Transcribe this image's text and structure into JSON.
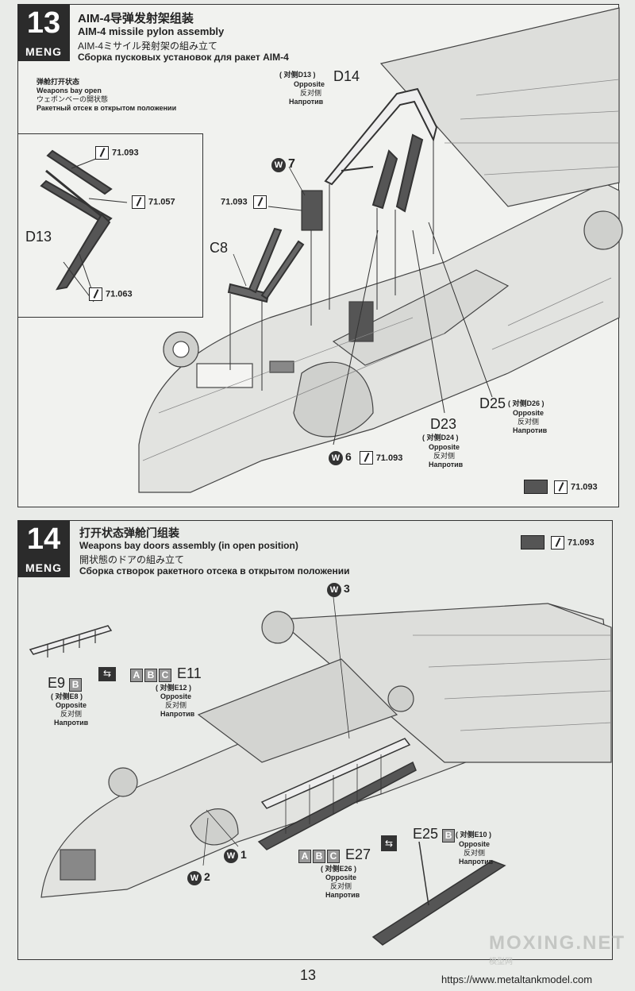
{
  "step13": {
    "number": "13",
    "brand": "MENG",
    "title_cn": "AIM-4导弹发射架组装",
    "title_en": "AIM-4 missile pylon assembly",
    "title_jp": "AIM-4ミサイル発射架の組み立て",
    "title_ru": "Сборка пусковых установок для ракет AIM-4",
    "inset": {
      "title_cn": "弹舱打开状态",
      "title_en": "Weapons bay open",
      "title_jp": "ウェポンベーの開状態",
      "title_ru": "Ракетный отсек в открытом положении",
      "part": "D13",
      "paints": [
        "71.093",
        "71.057",
        "71.063"
      ]
    },
    "parts": {
      "d14": "D14",
      "d14_sub": [
        "( 对侧D13 )",
        "Opposite",
        "反对侧",
        "Напротив"
      ],
      "w7": "7",
      "c8": "C8",
      "paint_c8": "71.093",
      "d25": "D25",
      "d25_sub": [
        "( 对侧D26 )",
        "Opposite",
        "反对侧",
        "Напротив"
      ],
      "d23": "D23",
      "d23_sub": [
        "( 对侧D24 )",
        "Opposite",
        "反对侧",
        "Напротив"
      ],
      "w6": "6",
      "paint_w6": "71.093",
      "paint_legend": "71.093"
    }
  },
  "step14": {
    "number": "14",
    "brand": "MENG",
    "title_cn": "打开状态弹舱门组装",
    "title_en": "Weapons bay doors assembly (in open position)",
    "title_jp": "開状態のドアの組み立て",
    "title_ru": "Сборка створок ракетного отсека в открытом положении",
    "paint_legend": "71.093",
    "parts": {
      "w3": "3",
      "e9": "E9",
      "e9_badge": "B",
      "e9_sub": [
        "( 对侧E8 )",
        "Opposite",
        "反对侧",
        "Напротив"
      ],
      "e11": "E11",
      "e11_badges": [
        "A",
        "B",
        "C"
      ],
      "e11_sub": [
        "( 对侧E12 )",
        "Opposite",
        "反对侧",
        "Напротив"
      ],
      "w1": "1",
      "w2": "2",
      "e27": "E27",
      "e27_badges": [
        "A",
        "B",
        "C"
      ],
      "e27_sub": [
        "( 对侧E26 )",
        "Opposite",
        "反对侧",
        "Напротив"
      ],
      "e25": "E25",
      "e25_badge": "B",
      "e25_sub_inline": "( 对侧E10 )",
      "e25_sub": [
        "Opposite",
        "反对侧",
        "Напротив"
      ]
    }
  },
  "footer": {
    "page_number": "13",
    "watermark": "MOXING.NET",
    "watermark_sub": "模型网",
    "url": "https://www.metaltankmodel.com"
  }
}
